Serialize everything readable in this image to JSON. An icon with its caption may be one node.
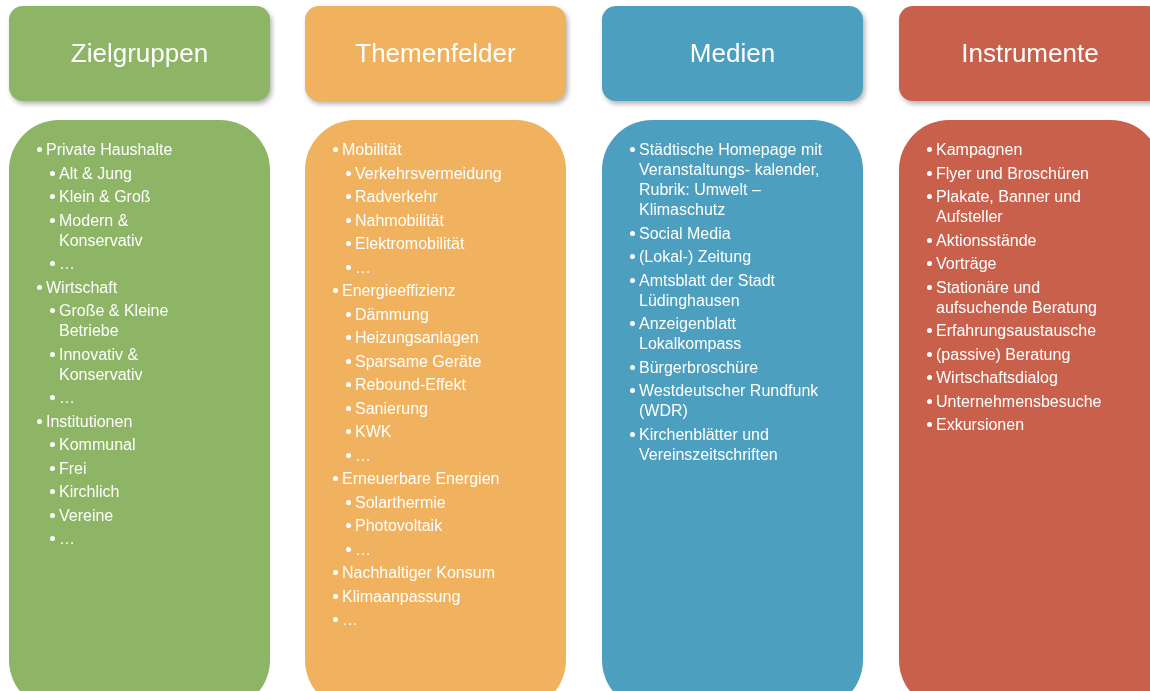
{
  "diagram": {
    "nodes": [
      {
        "text": [
          "Zielgruppen"
        ]
      },
      {
        "text": [
          "Themenfelder"
        ]
      },
      {
        "text": [
          "Medien"
        ]
      },
      {
        "text": [
          "Instrumente"
        ]
      },
      {
        "text": [
          "Private Haushalte",
          "Alt & Jung",
          "Klein & Groß",
          "Modern & Konservativ",
          "…",
          "Wirtschaft",
          "Große & Kleine Betriebe",
          "Innovativ & Konservativ",
          "…",
          "Institutionen",
          "Kommunal",
          "Frei",
          "Kirchlich",
          "Vereine",
          "…"
        ]
      },
      {
        "text": [
          "Mobilität",
          "Verkehrsvermeidung",
          "Radverkehr",
          "Nahmobilität",
          "Elektromobilität",
          "…",
          "Energieeffizienz",
          "Dämmung",
          "Heizungsanlagen",
          "Sparsame Geräte",
          "Rebound-Effekt",
          "Sanierung",
          "KWK",
          "…",
          "Erneuerbare Energien",
          "Solarthermie",
          "Photovoltaik",
          "…",
          "Nachhaltiger Konsum",
          "Klimaanpassung",
          "…"
        ]
      },
      {
        "text": [
          "Städtische Homepage mit Veranstaltungs- kalender, Rubrik: Umwelt – Klimaschutz",
          "Social Media",
          "(Lokal-) Zeitung",
          "Amtsblatt der Stadt Lüdinghausen",
          "Anzeigenblatt Lokalkompass",
          "Bürgerbroschüre",
          "Westdeutscher Rundfunk (WDR)",
          "Kirchenblätter und Vereinszeitschriften"
        ]
      },
      {
        "text": [
          "Kampagnen",
          "Flyer und Broschüren",
          "Plakate, Banner und Aufsteller",
          "Aktionsstände",
          "Vorträge",
          "Stationäre und aufsuchende Beratung",
          "Erfahrungsaustausche",
          "(passive) Beratung",
          "Wirtschaftsdialog",
          "Unternehmensbesuche",
          "Exkursionen"
        ]
      }
    ]
  }
}
